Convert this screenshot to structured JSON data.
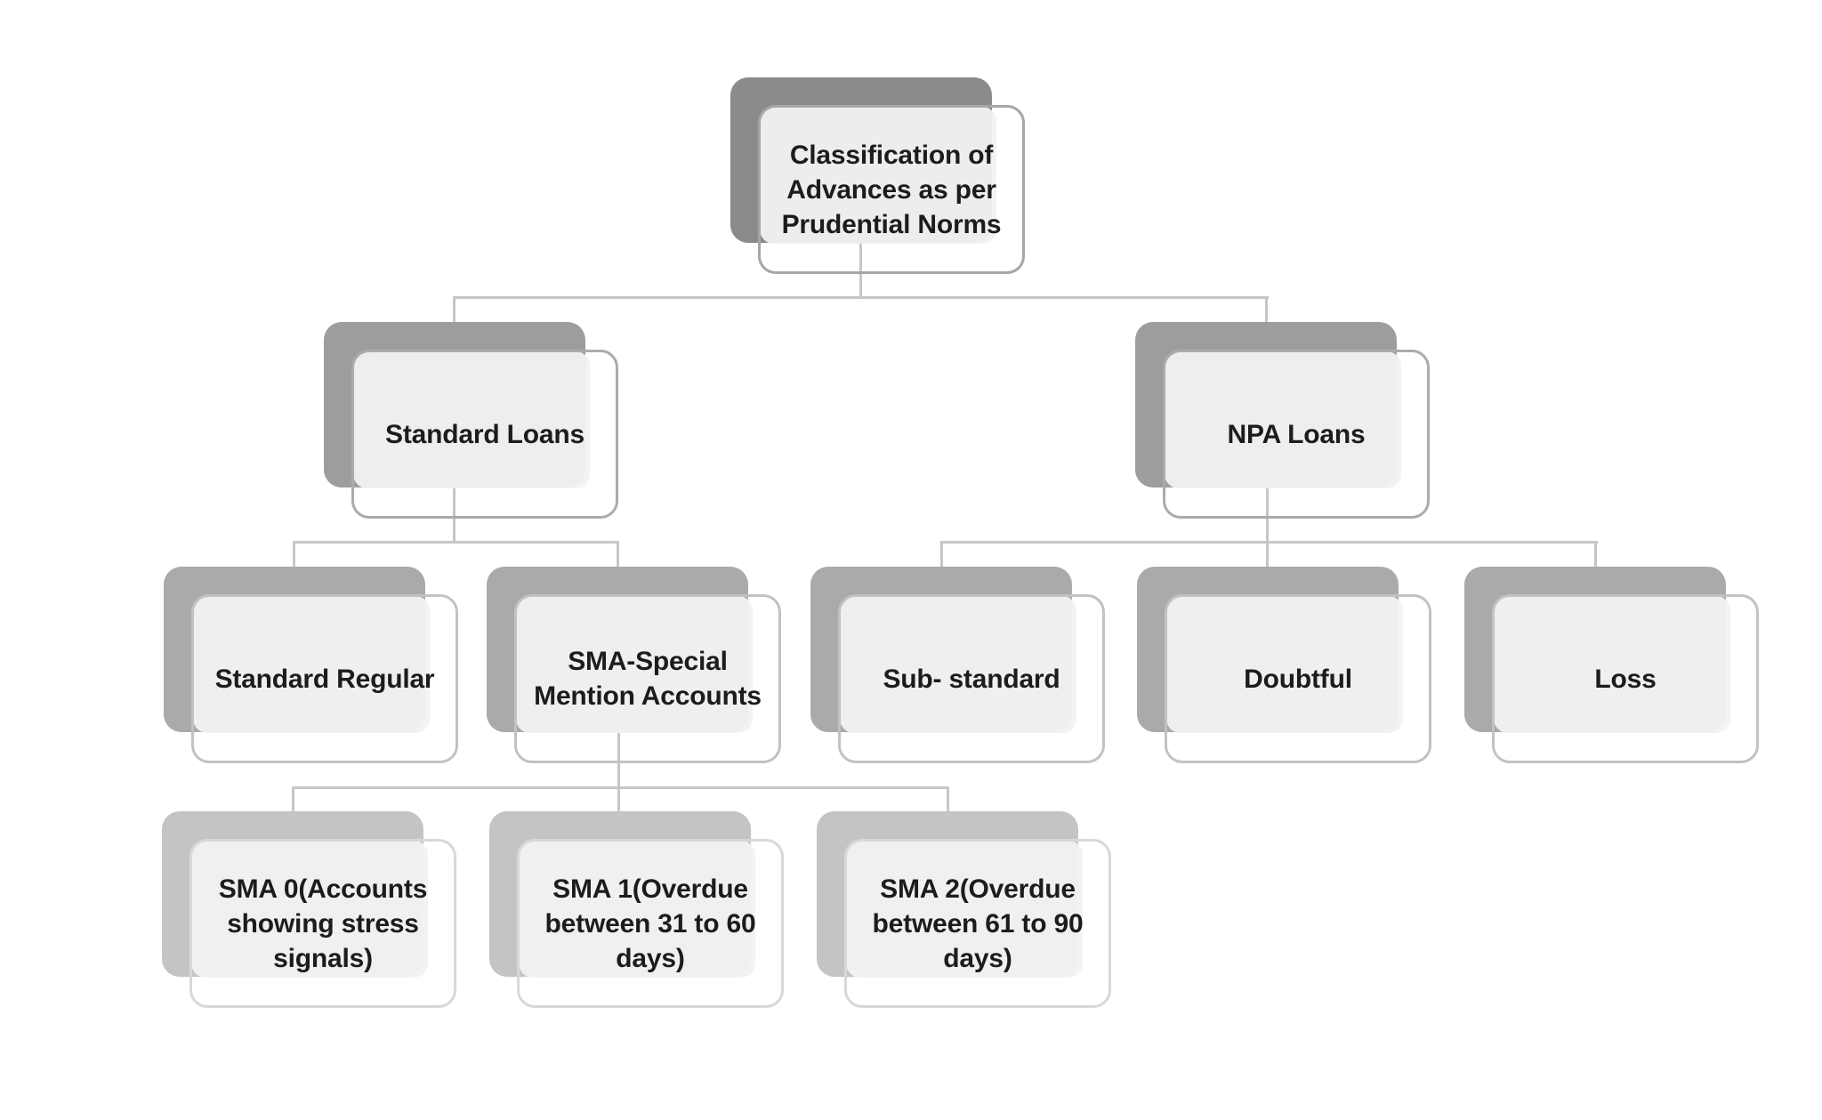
{
  "diagram": {
    "nodes": {
      "root": {
        "label": "Classification of\nAdvances as per\nPrudential Norms",
        "level": 1
      },
      "standard_loans": {
        "label": "Standard Loans",
        "level": 2
      },
      "npa_loans": {
        "label": "NPA Loans",
        "level": 2
      },
      "standard_regular": {
        "label": "Standard Regular",
        "level": 3
      },
      "sma": {
        "label": "SMA-Special\nMention Accounts",
        "level": 3
      },
      "sub_standard": {
        "label": "Sub- standard",
        "level": 3
      },
      "doubtful": {
        "label": "Doubtful",
        "level": 3
      },
      "loss": {
        "label": "Loss",
        "level": 3
      },
      "sma0": {
        "label": "SMA 0(Accounts\nshowing stress\nsignals)",
        "level": 4
      },
      "sma1": {
        "label": "SMA 1(Overdue\nbetween 31 to 60\ndays)",
        "level": 4
      },
      "sma2": {
        "label": "SMA 2(Overdue\nbetween 61 to 90\ndays)",
        "level": 4
      }
    },
    "hierarchy": [
      {
        "parent": "root",
        "children": [
          "standard_loans",
          "npa_loans"
        ]
      },
      {
        "parent": "standard_loans",
        "children": [
          "standard_regular",
          "sma"
        ]
      },
      {
        "parent": "npa_loans",
        "children": [
          "sub_standard",
          "doubtful",
          "loss"
        ]
      },
      {
        "parent": "sma",
        "children": [
          "sma0",
          "sma1",
          "sma2"
        ]
      }
    ]
  },
  "theme": {
    "colors": {
      "background": "#ffffff",
      "text": "#1c1c1c",
      "connector": "#c6c6c6",
      "node_fill": "#f2f2f2",
      "level1_shadow": "#8b8b8b",
      "level1_border": "#a6a6a6",
      "level2_shadow": "#9d9d9d",
      "level2_border": "#ababab",
      "level3_shadow": "#aaaaaa",
      "level3_border": "#c2c2c2",
      "level4_shadow": "#c4c4c4",
      "level4_border": "#d8d8d8"
    }
  }
}
